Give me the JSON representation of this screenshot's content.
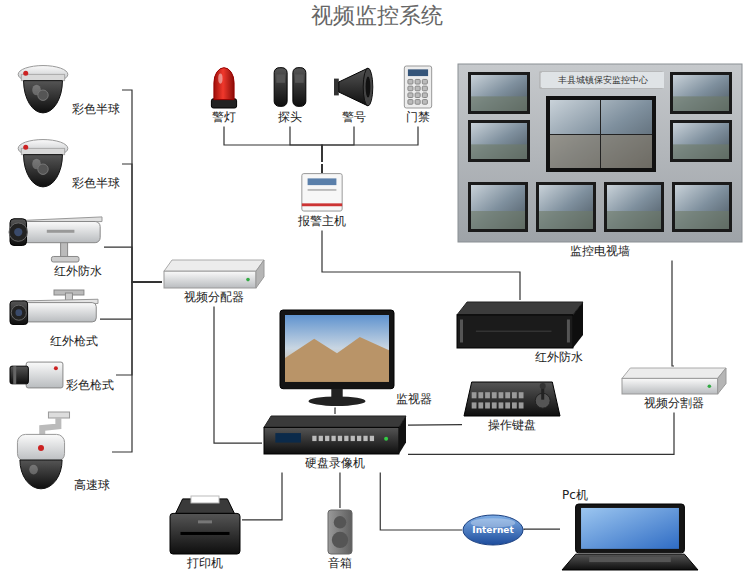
{
  "diagram": {
    "title": "视频监控系统",
    "nodes": [
      {
        "text": [
          "彩色半球"
        ]
      },
      {
        "text": [
          "彩色半球"
        ]
      },
      {
        "text": [
          "红外防水"
        ]
      },
      {
        "text": [
          "红外枪式"
        ]
      },
      {
        "text": [
          "彩色枪式"
        ]
      },
      {
        "text": [
          "高速球"
        ]
      },
      {
        "text": [
          "警灯"
        ]
      },
      {
        "text": [
          "探头"
        ]
      },
      {
        "text": [
          "警号"
        ]
      },
      {
        "text": [
          "门禁"
        ]
      },
      {
        "text": [
          "报警主机"
        ]
      },
      {
        "text": [
          "监控电视墙"
        ]
      },
      {
        "text": [
          "视频分配器"
        ]
      },
      {
        "text": [
          "红外防水"
        ]
      },
      {
        "text": [
          "监视器"
        ]
      },
      {
        "text": [
          "操作键盘"
        ]
      },
      {
        "text": [
          "视频分割器"
        ]
      },
      {
        "text": [
          "硬盘录像机"
        ]
      },
      {
        "text": [
          "打印机"
        ]
      },
      {
        "text": [
          "音箱"
        ]
      },
      {
        "text": [
          "Internet"
        ]
      },
      {
        "text": [
          "Pc机"
        ]
      }
    ],
    "edges": [
      {
        "from": 0,
        "to": 12,
        "arrow": "none"
      },
      {
        "from": 1,
        "to": 12,
        "arrow": "none"
      },
      {
        "from": 2,
        "to": 12,
        "arrow": "none"
      },
      {
        "from": 3,
        "to": 12,
        "arrow": "none"
      },
      {
        "from": 4,
        "to": 12,
        "arrow": "none"
      },
      {
        "from": 5,
        "to": 12,
        "arrow": "none"
      },
      {
        "from": 6,
        "to": 10,
        "arrow": "none"
      },
      {
        "from": 7,
        "to": 10,
        "arrow": "none"
      },
      {
        "from": 8,
        "to": 10,
        "arrow": "none"
      },
      {
        "from": 9,
        "to": 10,
        "arrow": "none"
      },
      {
        "from": 10,
        "to": 13,
        "arrow": "none"
      },
      {
        "from": 12,
        "to": 17,
        "arrow": "none"
      },
      {
        "from": 14,
        "to": 17,
        "arrow": "none"
      },
      {
        "from": 15,
        "to": 17,
        "arrow": "none"
      },
      {
        "from": 17,
        "to": 16,
        "arrow": "none"
      },
      {
        "from": 16,
        "to": 11,
        "arrow": "none"
      },
      {
        "from": 17,
        "to": 18,
        "arrow": "none"
      },
      {
        "from": 17,
        "to": 19,
        "arrow": "none"
      },
      {
        "from": 17,
        "to": 20,
        "arrow": "none"
      },
      {
        "from": 20,
        "to": 21,
        "arrow": "none"
      }
    ],
    "labels": [
      "丰县城镇保安监控中心"
    ]
  }
}
